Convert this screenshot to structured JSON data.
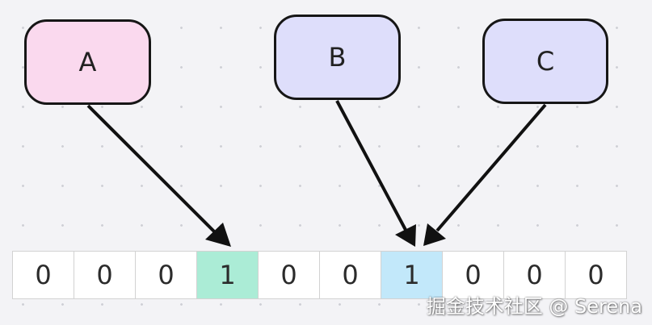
{
  "nodes": [
    {
      "id": "a",
      "label": "A",
      "fill": "#fad9ee"
    },
    {
      "id": "b",
      "label": "B",
      "fill": "#dedefb"
    },
    {
      "id": "c",
      "label": "C",
      "fill": "#dedefb"
    }
  ],
  "bit_array": {
    "cells": [
      {
        "value": "0",
        "fill": "#ffffff"
      },
      {
        "value": "0",
        "fill": "#ffffff"
      },
      {
        "value": "0",
        "fill": "#ffffff"
      },
      {
        "value": "1",
        "fill": "#abecd6"
      },
      {
        "value": "0",
        "fill": "#ffffff"
      },
      {
        "value": "0",
        "fill": "#ffffff"
      },
      {
        "value": "1",
        "fill": "#c2e8fa"
      },
      {
        "value": "0",
        "fill": "#ffffff"
      },
      {
        "value": "0",
        "fill": "#ffffff"
      },
      {
        "value": "0",
        "fill": "#ffffff"
      }
    ]
  },
  "edges": [
    {
      "from": "A",
      "to_cell": 3
    },
    {
      "from": "B",
      "to_cell": 6
    },
    {
      "from": "C",
      "to_cell": 6
    }
  ],
  "watermark": "掘金技术社区 @ Serena"
}
